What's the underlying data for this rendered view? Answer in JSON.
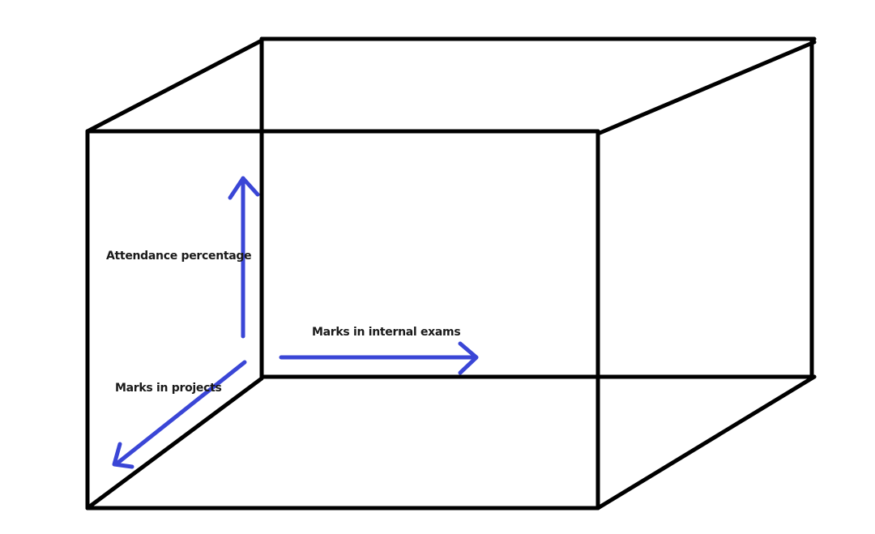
{
  "diagram": {
    "type": "3d-data-cube",
    "colors": {
      "edge": "#000000",
      "axis": "#3a46d6",
      "text": "#1a1a1a",
      "background": "#ffffff"
    },
    "axes": [
      {
        "id": "y",
        "label": "Attendance percentage",
        "direction": "up"
      },
      {
        "id": "x",
        "label": "Marks in internal exams",
        "direction": "right"
      },
      {
        "id": "z",
        "label": "Marks in projects",
        "direction": "down-left"
      }
    ]
  }
}
